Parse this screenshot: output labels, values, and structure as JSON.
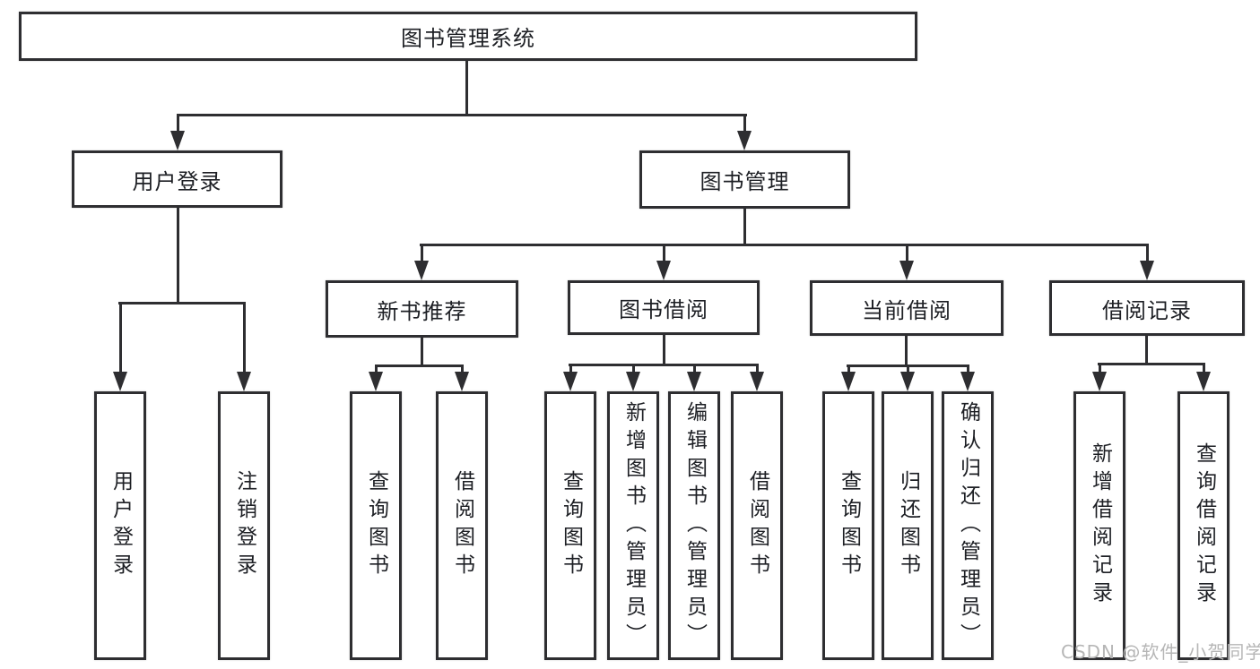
{
  "diagram": {
    "root": {
      "label": "图书管理系统"
    },
    "level2": [
      {
        "label": "用户登录"
      },
      {
        "label": "图书管理"
      }
    ],
    "level3": [
      {
        "label": "新书推荐"
      },
      {
        "label": "图书借阅"
      },
      {
        "label": "当前借阅"
      },
      {
        "label": "借阅记录"
      }
    ],
    "leaves": {
      "user_login": [
        {
          "label": "用户登录"
        },
        {
          "label": "注销登录"
        }
      ],
      "new_book_recommend": [
        {
          "label": "查询图书"
        },
        {
          "label": "借阅图书"
        }
      ],
      "book_borrow": [
        {
          "label": "查询图书"
        },
        {
          "label": "新增图书（管理员）"
        },
        {
          "label": "编辑图书（管理员）"
        },
        {
          "label": "借阅图书"
        }
      ],
      "current_borrow": [
        {
          "label": "查询图书"
        },
        {
          "label": "归还图书"
        },
        {
          "label": "确认归还（管理员）"
        }
      ],
      "borrow_records": [
        {
          "label": "新增借阅记录"
        },
        {
          "label": "查询借阅记录"
        }
      ]
    },
    "colors": {
      "line": "#2e2e31",
      "text": "#1d1f24",
      "watermark": "#b6b6b6",
      "background": "#ffffff"
    }
  },
  "watermark": {
    "text": "CSDN @软件_小贺同学"
  }
}
